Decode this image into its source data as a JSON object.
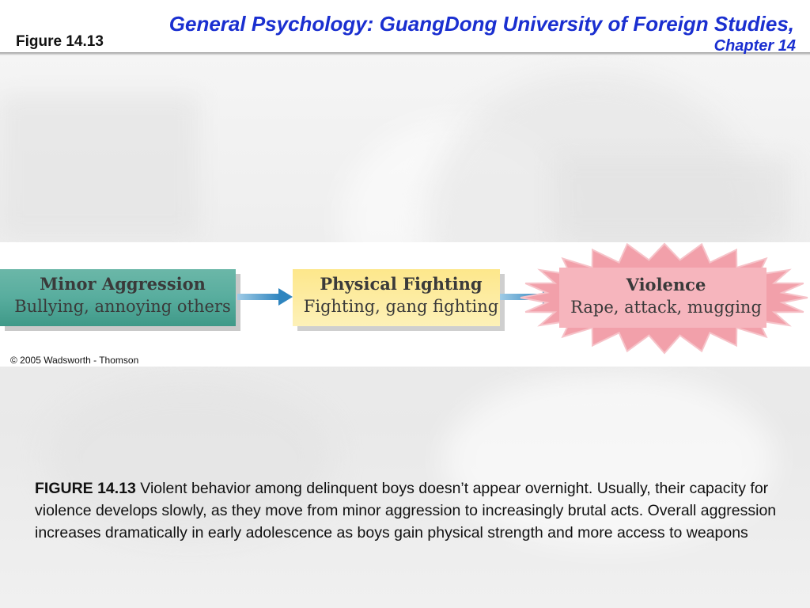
{
  "header": {
    "figure_label": "Figure 14.13",
    "course_title": "General Psychology: GuangDong University of Foreign Studies,",
    "chapter_title": "Chapter 14"
  },
  "diagram": {
    "stages": [
      {
        "title": "Minor Aggression",
        "subtitle": "Bullying, annoying others",
        "color": "#4aa394"
      },
      {
        "title": "Physical Fighting",
        "subtitle": "Fighting, gang fighting",
        "color": "#fde88a"
      },
      {
        "title": "Violence",
        "subtitle": "Rape, attack, mugging",
        "color": "#f3a3ad"
      }
    ],
    "arrow_color": "#3f8fc4",
    "copyright": "© 2005 Wadsworth - Thomson"
  },
  "caption": {
    "head": "FIGURE 14.13",
    "text": " Violent behavior among delinquent boys doesn’t appear overnight. Usually, their capacity for violence develops slowly, as they move from minor aggression to increasingly brutal acts. Overall aggression increases dramatically in early adolescence as boys gain physical strength and more access to weapons"
  },
  "colors": {
    "title_blue": "#1a2fd0"
  }
}
